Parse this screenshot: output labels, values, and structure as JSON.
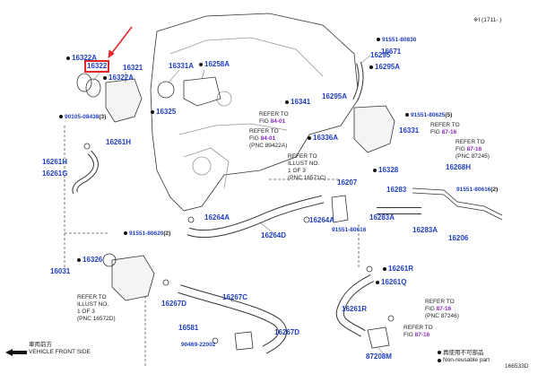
{
  "header_code": "※I (1711-    )",
  "diagram_id": "166533D",
  "highlight_color": "#e0262b",
  "label_color": "#1f3fbf",
  "fig_color": "#8a2bbf",
  "parts": {
    "p16322A_top": "16322A",
    "p16322": "16322",
    "p16321": "16321",
    "p16322A_mid": "16322A",
    "p90105": "90105-08438",
    "p90105_qty": "(3)",
    "p16331A": "16331A",
    "p16258A": "16258A",
    "p16325": "16325",
    "p16261H_a": "16261H",
    "p16261H_b": "16261H",
    "p16261G": "16261G",
    "p91551_80830": "91551-80830",
    "p16671": "16671",
    "p16295": "16295",
    "p16295A_top": "16295A",
    "p16295A_mid": "16295A",
    "p16341": "16341",
    "p91551_80625": "91551-80625",
    "p91551_80625_qty": "(5)",
    "p16336A": "16336A",
    "p16331": "16331",
    "p16328": "16328",
    "p16268H": "16268H",
    "p91551_80616_r": "91551-80616",
    "p91551_80616_r_qty": "(2)",
    "p16283": "16283",
    "p16207": "16207",
    "p16264A_a": "16264A",
    "p16264A_b": "16264A",
    "p16283A_a": "16283A",
    "p16283A_b": "16283A",
    "p91551_80616_c": "91551-80616",
    "p16206": "16206",
    "p16264D": "16264D",
    "p91551_80620": "91551-80620",
    "p91551_80620_qty": "(2)",
    "p16326": "16326",
    "p16031": "16031",
    "p16261R": "16261R",
    "p16261Q": "16261Q",
    "p16267D_a": "16267D",
    "p16267C": "16267C",
    "p16581": "16581",
    "p90469": "90469-22002",
    "p16267D_b": "16267D",
    "p16261R_b": "16261R",
    "p87208M": "87208M"
  },
  "refs": {
    "ref_a": {
      "l1": "REFER TO",
      "l2": "FIG ",
      "fig": "84-01"
    },
    "ref_b": {
      "l1": "REFER TO",
      "l2": "FIG ",
      "fig": "84-01",
      "l3": "(PNC 89422A)"
    },
    "ref_c": {
      "l1": "REFER TO",
      "l2": "ILLUST NO.",
      "l3": "1 OF 3",
      "l4": "(PNC 16571C)"
    },
    "ref_d": {
      "l1": "REFER TO",
      "l2": "FIG ",
      "fig": "87-16"
    },
    "ref_e": {
      "l1": "REFER TO",
      "l2": "FIG ",
      "fig": "87-16",
      "l3": "(PNC 87245)"
    },
    "ref_f": {
      "l1": "REFER TO",
      "l2": "ILLUST NO.",
      "l3": "1 OF 3",
      "l4": "(PNC 16572D)"
    },
    "ref_g": {
      "l1": "REFER TO",
      "l2": "FIG ",
      "fig": "87-16",
      "l3": "(PNC 87246)"
    },
    "ref_h": {
      "l1": "REFER TO",
      "l2": "FIG ",
      "fig": "87-16"
    }
  },
  "legend": {
    "front_jp": "車両前方",
    "front_en": "VEHICLE FRONT SIDE",
    "nonreuse_jp": "再使用不可部品",
    "nonreuse_en": "Non-reusable part"
  }
}
